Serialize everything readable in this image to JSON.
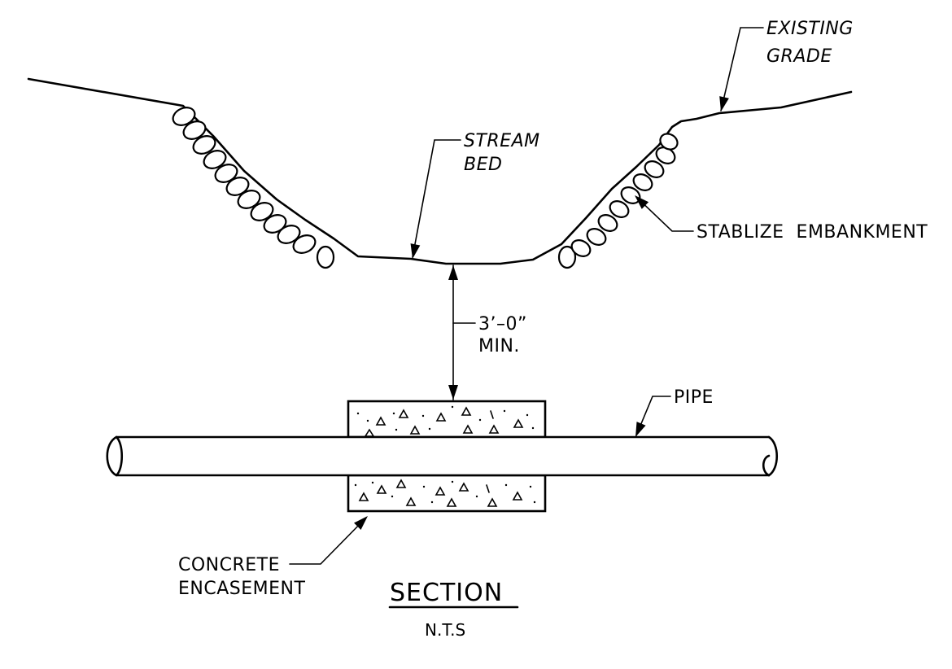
{
  "labels": {
    "existing_grade": [
      "EXISTING",
      "GRADE"
    ],
    "stream_bed": [
      "STREAM",
      "BED"
    ],
    "stabilize_embankment": "STABLIZE  EMBANKMENT",
    "clearance": [
      "3’–0”",
      "MIN."
    ],
    "pipe": "PIPE",
    "concrete_encasement": [
      "CONCRETE",
      "ENCASEMENT"
    ]
  },
  "title": {
    "main": "SECTION",
    "scale": "N.T.S"
  }
}
